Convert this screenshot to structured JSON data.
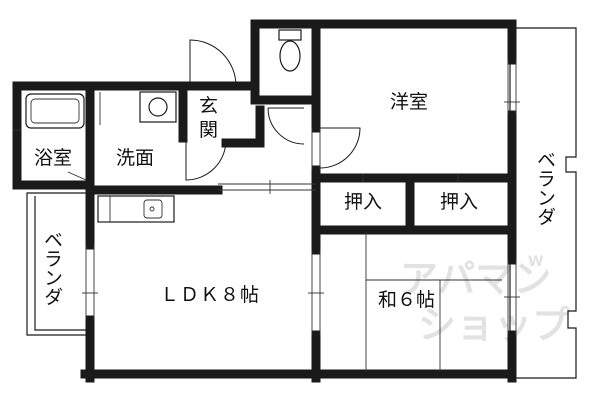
{
  "rooms": {
    "bath": "浴室",
    "wash": "洗面",
    "genkan": "玄関",
    "western": "洋室",
    "closet_left": "押入",
    "closet_right": "押入",
    "ldk": "ＬＤＫ８帖",
    "japanese": "和６帖",
    "veranda_left": "ベランダ",
    "veranda_right": "ベランダ"
  },
  "watermark": {
    "line1": "アパマン",
    "line2": "ショップ",
    "small": "W"
  }
}
